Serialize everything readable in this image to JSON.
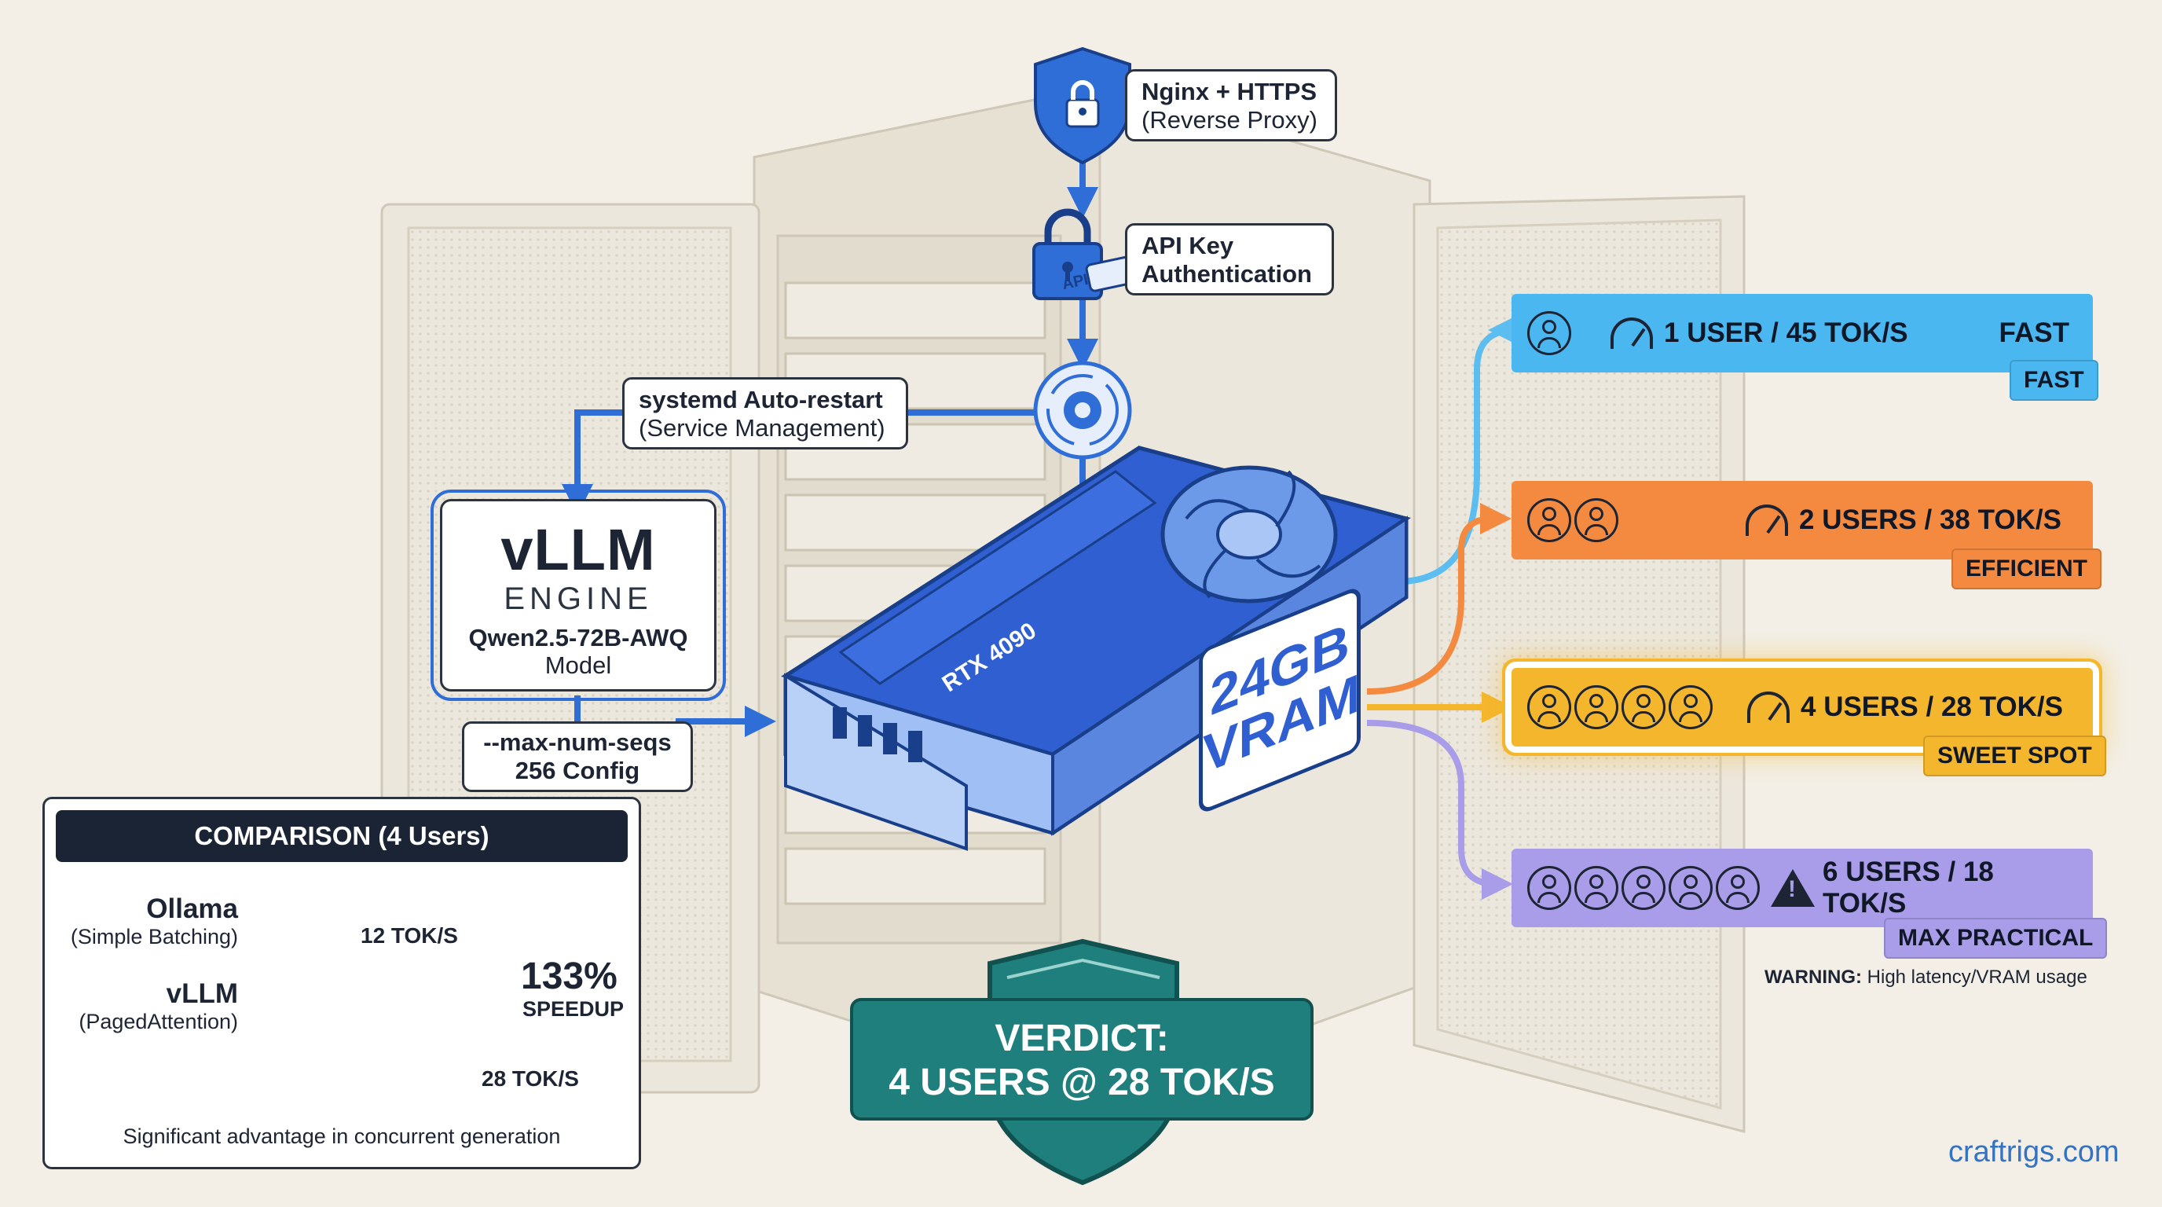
{
  "proxy": {
    "title": "Nginx + HTTPS",
    "subtitle": "(Reverse Proxy)"
  },
  "auth": {
    "title": "API Key",
    "subtitle": "Authentication",
    "badge": "API"
  },
  "service": {
    "title": "systemd Auto-restart",
    "subtitle": "(Service Management)"
  },
  "engine": {
    "name": "vLLM",
    "kind": "ENGINE",
    "model": "Qwen2.5-72B-AWQ",
    "model_label": "Model"
  },
  "config": {
    "line1": "--max-num-seqs",
    "line2": "256 Config"
  },
  "gpu": {
    "name": "RTX 4090",
    "vram": "24GB VRAM"
  },
  "results": [
    {
      "users": 1,
      "rate": "1 USER / 45 TOK/S",
      "inline_tag": "FAST",
      "tag": "FAST",
      "color": "#4bb7f0"
    },
    {
      "users": 2,
      "rate": "2 USERS / 38 TOK/S",
      "tag": "EFFICIENT",
      "color": "#f38a40"
    },
    {
      "users": 4,
      "rate": "4 USERS / 28 TOK/S",
      "tag": "SWEET SPOT",
      "color": "#f4b62c"
    },
    {
      "users": 6,
      "rate": "6 USERS / 18 TOK/S",
      "tag": "MAX PRACTICAL",
      "color": "#a99ce8"
    }
  ],
  "warning": {
    "label": "WARNING:",
    "text": "High latency/VRAM usage"
  },
  "comparison": {
    "title": "COMPARISON (4 Users)",
    "ollama": {
      "name": "Ollama",
      "desc": "(Simple Batching)",
      "value": "12 TOK/S"
    },
    "vllm": {
      "name": "vLLM",
      "desc": "(PagedAttention)",
      "value": "28 TOK/S"
    },
    "speedup_value": "133%",
    "speedup_label": "SPEEDUP",
    "footer": "Significant advantage in concurrent generation"
  },
  "verdict": {
    "line1": "VERDICT:",
    "line2": "4 USERS @ 28 TOK/S"
  },
  "brand": "craftrigs.com",
  "colors": {
    "flow": "#2f6ed6",
    "gpu": "#2f5fd0",
    "teal": "#1e7f7c",
    "orange": "#f38a40",
    "blue_bar": "#4bb7f0"
  }
}
